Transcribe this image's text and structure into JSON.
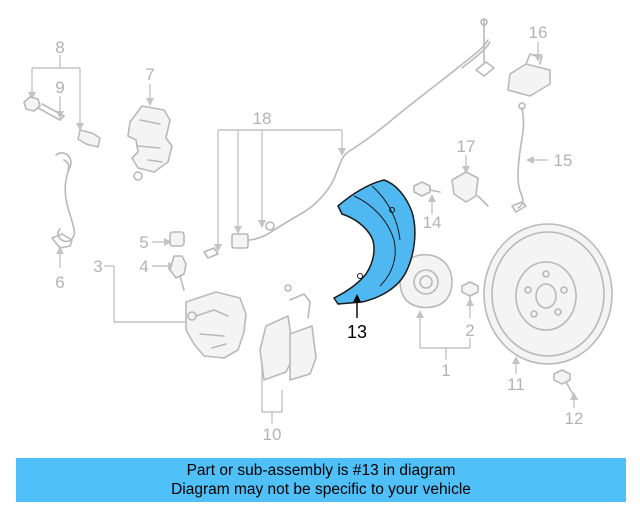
{
  "diagram": {
    "highlight_color": "#4fb8f0",
    "highlighted_part": "13",
    "callouts": [
      "1",
      "2",
      "3",
      "4",
      "5",
      "6",
      "7",
      "8",
      "9",
      "10",
      "11",
      "12",
      "13",
      "14",
      "15",
      "16",
      "17",
      "18"
    ]
  },
  "banner": {
    "line1": "Part or sub-assembly is #13 in diagram",
    "line2": "Diagram may not be specific to your vehicle",
    "background": "#4fc0f8"
  }
}
